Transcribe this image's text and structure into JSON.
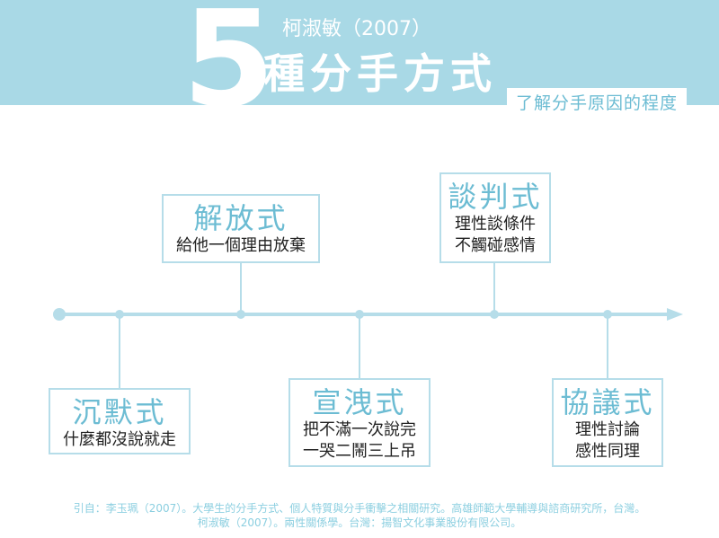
{
  "header": {
    "number": "5",
    "author": "柯淑敏（2007）",
    "title": "種分手方式",
    "subtitle": "了解分手原因的程度"
  },
  "styles": [
    {
      "name": "沉默式",
      "desc_lines": [
        "什麼都沒說就走"
      ]
    },
    {
      "name": "解放式",
      "desc_lines": [
        "給他一個理由放棄"
      ]
    },
    {
      "name": "宣洩式",
      "desc_lines": [
        "把不滿一次說完",
        "一哭二鬧三上吊"
      ]
    },
    {
      "name": "談判式",
      "desc_lines": [
        "理性談條件",
        "不觸碰感情"
      ]
    },
    {
      "name": "協議式",
      "desc_lines": [
        "理性討論",
        "感性同理"
      ]
    }
  ],
  "footer": {
    "line1": "引自：李玉珮（2007）。大學生的分手方式、個人特質與分手衝擊之相關研究。高雄師範大學輔導與諮商研究所，台灣。",
    "line2": "柯淑敏（2007）。兩性關係學。台灣：揚智文化事業股份有限公司。"
  },
  "colors": {
    "banner": "#a9d9e6",
    "accent": "#6cbcd3",
    "line": "#b6dde9"
  }
}
